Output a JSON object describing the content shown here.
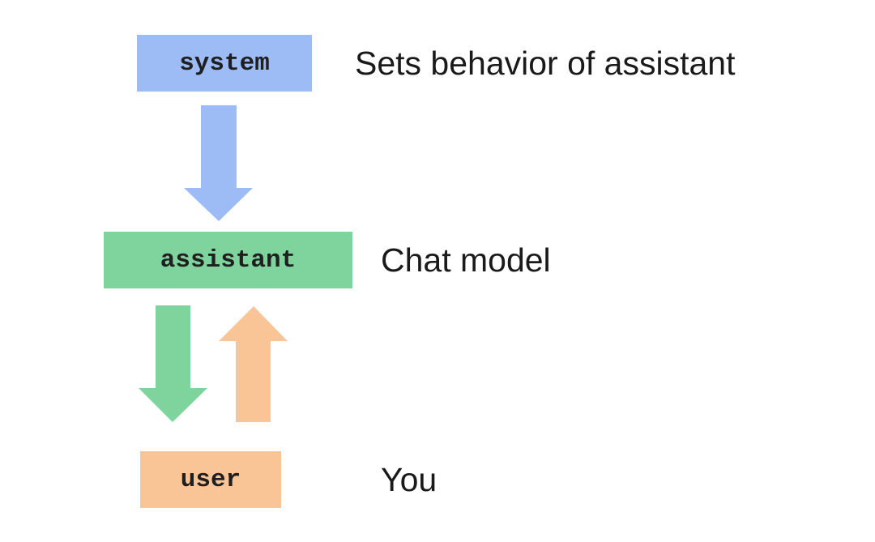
{
  "roles": {
    "system": {
      "label": "system",
      "description": "Sets behavior of assistant",
      "color": "#9dbcf6"
    },
    "assistant": {
      "label": "assistant",
      "description": "Chat model",
      "color": "#7fd49d"
    },
    "user": {
      "label": "user",
      "description": "You",
      "color": "#fac596"
    }
  },
  "arrows": [
    {
      "from": "system",
      "to": "assistant",
      "color": "#9dbcf6"
    },
    {
      "from": "assistant",
      "to": "user",
      "color": "#7fd49d"
    },
    {
      "from": "user",
      "to": "assistant",
      "color": "#fac596"
    }
  ]
}
